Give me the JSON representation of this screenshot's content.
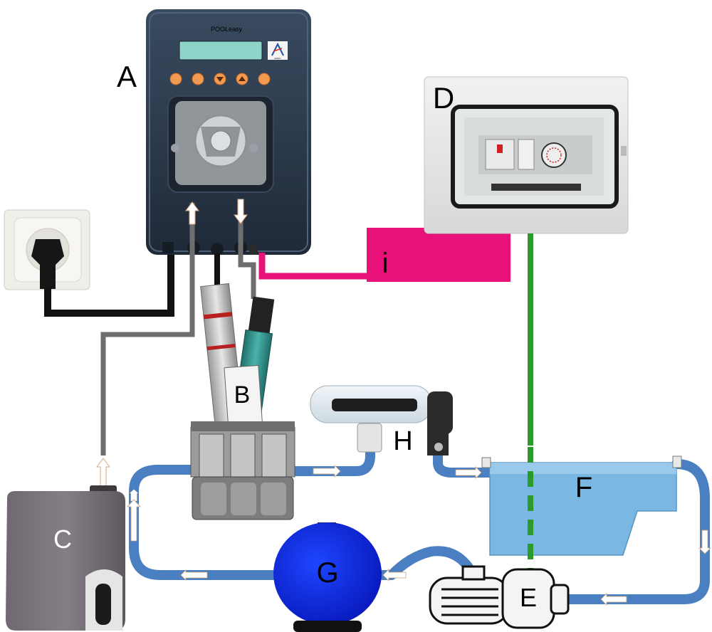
{
  "device_a": {
    "label": "A",
    "brand": "POOLeasy",
    "logo_text": "AVADY"
  },
  "probe_b": {
    "label": "B"
  },
  "canister_c": {
    "label": "C"
  },
  "control_box_d": {
    "label": "D"
  },
  "pump_e": {
    "label": "E"
  },
  "pool_f": {
    "label": "F"
  },
  "filter_g": {
    "label": "G"
  },
  "cell_h": {
    "label": "H"
  },
  "link_i": {
    "label": "i"
  },
  "colors": {
    "pipe": "#4a7fc1",
    "pink_link": "#e8117a",
    "green_link": "#2a9a2a",
    "filter": "#0b2bdc",
    "pool": "#7ab8e3",
    "device_body": "#2b3a4d",
    "cable": "#111111",
    "tube": "#6e6e6e"
  }
}
